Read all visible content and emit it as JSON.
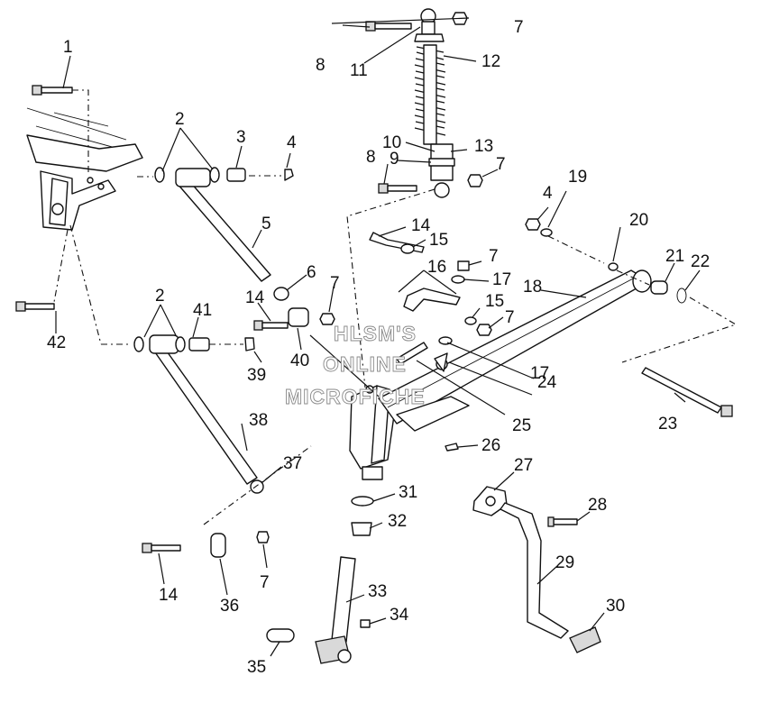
{
  "watermark": {
    "line1": "HLSM'S",
    "line2": "ONLINE",
    "line3": "MICROFICHE"
  },
  "callouts": [
    {
      "id": "c1",
      "text": "1"
    },
    {
      "id": "c2a",
      "text": "2"
    },
    {
      "id": "c2b",
      "text": "2"
    },
    {
      "id": "c3",
      "text": "3"
    },
    {
      "id": "c4a",
      "text": "4"
    },
    {
      "id": "c4b",
      "text": "4"
    },
    {
      "id": "c5",
      "text": "5"
    },
    {
      "id": "c6",
      "text": "6"
    },
    {
      "id": "c7a",
      "text": "7"
    },
    {
      "id": "c7b",
      "text": "7"
    },
    {
      "id": "c7c",
      "text": "7"
    },
    {
      "id": "c7d",
      "text": "7"
    },
    {
      "id": "c7e",
      "text": "7"
    },
    {
      "id": "c7f",
      "text": "7"
    },
    {
      "id": "c8a",
      "text": "8"
    },
    {
      "id": "c8b",
      "text": "8"
    },
    {
      "id": "c9",
      "text": "9"
    },
    {
      "id": "c10",
      "text": "10"
    },
    {
      "id": "c11",
      "text": "11"
    },
    {
      "id": "c12",
      "text": "12"
    },
    {
      "id": "c13",
      "text": "13"
    },
    {
      "id": "c14a",
      "text": "14"
    },
    {
      "id": "c14b",
      "text": "14"
    },
    {
      "id": "c14c",
      "text": "14"
    },
    {
      "id": "c15a",
      "text": "15"
    },
    {
      "id": "c15b",
      "text": "15"
    },
    {
      "id": "c16",
      "text": "16"
    },
    {
      "id": "c17a",
      "text": "17"
    },
    {
      "id": "c17b",
      "text": "17"
    },
    {
      "id": "c18",
      "text": "18"
    },
    {
      "id": "c19",
      "text": "19"
    },
    {
      "id": "c20",
      "text": "20"
    },
    {
      "id": "c21",
      "text": "21"
    },
    {
      "id": "c22",
      "text": "22"
    },
    {
      "id": "c23",
      "text": "23"
    },
    {
      "id": "c24",
      "text": "24"
    },
    {
      "id": "c25",
      "text": "25"
    },
    {
      "id": "c26",
      "text": "26"
    },
    {
      "id": "c27",
      "text": "27"
    },
    {
      "id": "c28",
      "text": "28"
    },
    {
      "id": "c29",
      "text": "29"
    },
    {
      "id": "c30",
      "text": "30"
    },
    {
      "id": "c31",
      "text": "31"
    },
    {
      "id": "c32",
      "text": "32"
    },
    {
      "id": "c33",
      "text": "33"
    },
    {
      "id": "c34",
      "text": "34"
    },
    {
      "id": "c35",
      "text": "35"
    },
    {
      "id": "c36",
      "text": "36"
    },
    {
      "id": "c37",
      "text": "37"
    },
    {
      "id": "c38",
      "text": "38"
    },
    {
      "id": "c39",
      "text": "39"
    },
    {
      "id": "c40",
      "text": "40"
    },
    {
      "id": "c41",
      "text": "41"
    },
    {
      "id": "c42",
      "text": "42"
    }
  ]
}
